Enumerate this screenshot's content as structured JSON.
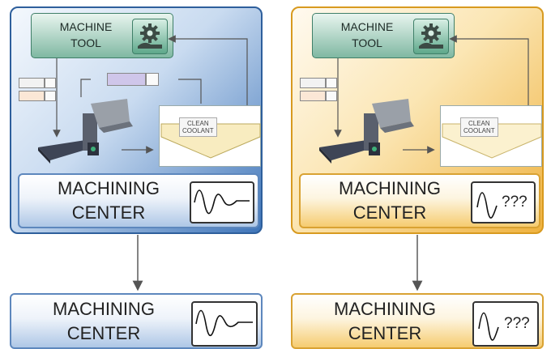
{
  "machine_tool_label": "MACHINE\nTOOL",
  "clean_coolant_label": "CLEAN\nCOOLANT",
  "machining_center_label": "MACHINING\nCENTER",
  "unknown_marker": "???",
  "colors": {
    "blue_accent": "#3f75b9",
    "gold_accent": "#efb23f",
    "teal": "#5ea88b"
  }
}
